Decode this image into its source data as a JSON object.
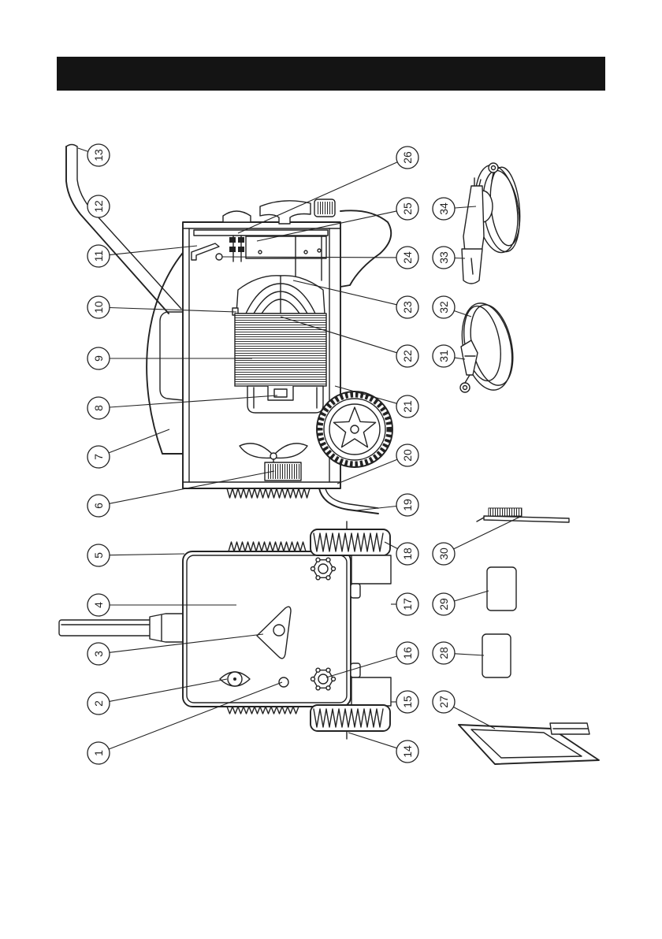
{
  "style": {
    "header_bar_color": "#141414",
    "line_color": "#222222",
    "background": "#ffffff"
  },
  "callouts": [
    "1",
    "2",
    "3",
    "4",
    "5",
    "6",
    "7",
    "8",
    "9",
    "10",
    "11",
    "12",
    "13",
    "14",
    "15",
    "16",
    "17",
    "18",
    "19",
    "20",
    "21",
    "22",
    "23",
    "24",
    "25",
    "26",
    "27",
    "28",
    "29",
    "30",
    "31",
    "32",
    "33",
    "34"
  ]
}
